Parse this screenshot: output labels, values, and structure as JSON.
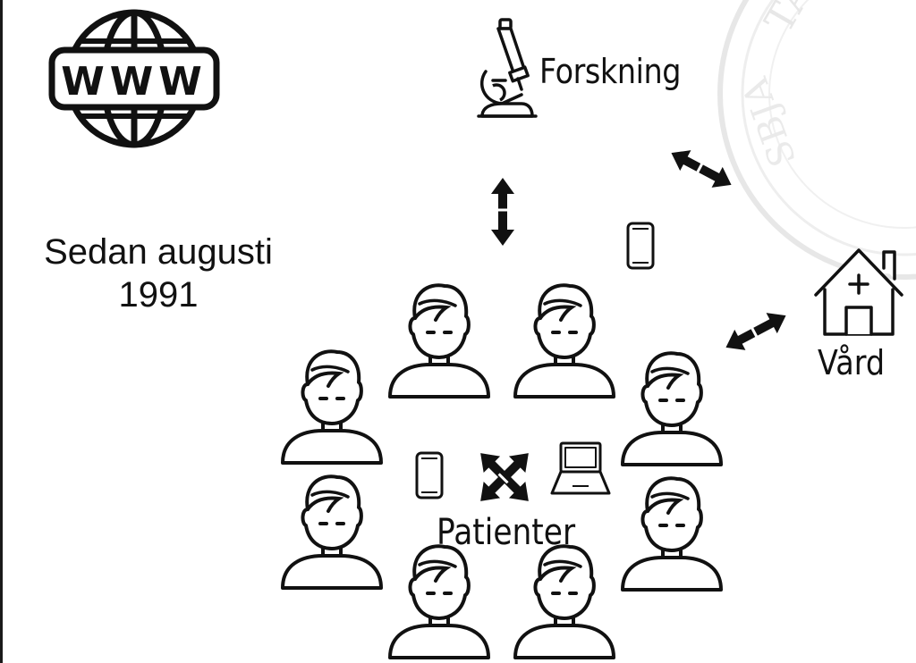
{
  "since": {
    "line1": "Sedan augusti",
    "line2": "1991"
  },
  "nodes": {
    "research_label": "Forskning",
    "care_label": "Vård",
    "patients_label": "Patienter"
  },
  "icons": {
    "web": "www-globe-icon",
    "research": "microscope-icon",
    "care": "house-with-cross-icon",
    "person": "person-icon",
    "phone": "smartphone-icon",
    "laptop": "laptop-icon"
  },
  "colors": {
    "ink": "#111111",
    "watermark": "#d9d9d9",
    "background": "#ffffff"
  }
}
